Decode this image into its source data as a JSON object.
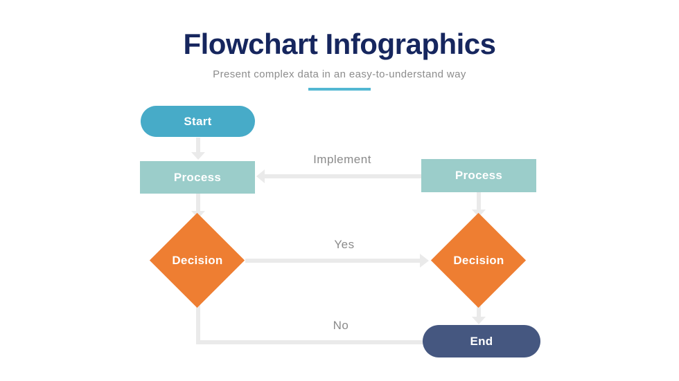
{
  "header": {
    "title": "Flowchart Infographics",
    "subtitle": "Present complex data in an easy-to-understand way"
  },
  "flowchart": {
    "nodes": {
      "start": {
        "label": "Start",
        "shape": "rounded-terminator",
        "color": "#47ABC8"
      },
      "process_left": {
        "label": "Process",
        "shape": "rectangle",
        "color": "#9BCDCA"
      },
      "process_right": {
        "label": "Process",
        "shape": "rectangle",
        "color": "#9BCDCA"
      },
      "decision_left": {
        "label": "Decision",
        "shape": "diamond",
        "color": "#EE7E32"
      },
      "decision_right": {
        "label": "Decision",
        "shape": "diamond",
        "color": "#EE7E32"
      },
      "end": {
        "label": "End",
        "shape": "rounded-terminator",
        "color": "#455780"
      }
    },
    "edges": {
      "implement_label": "Implement",
      "yes_label": "Yes",
      "no_label": "No"
    }
  },
  "colors": {
    "title_text": "#16265E",
    "subtitle_text": "#8C8C8C",
    "subtitle_underline": "#52B7D2",
    "connector": "#EAEAEA",
    "edge_label_text": "#8A8A8A",
    "node_text": "#FFFFFF",
    "background": "#FFFFFF"
  }
}
